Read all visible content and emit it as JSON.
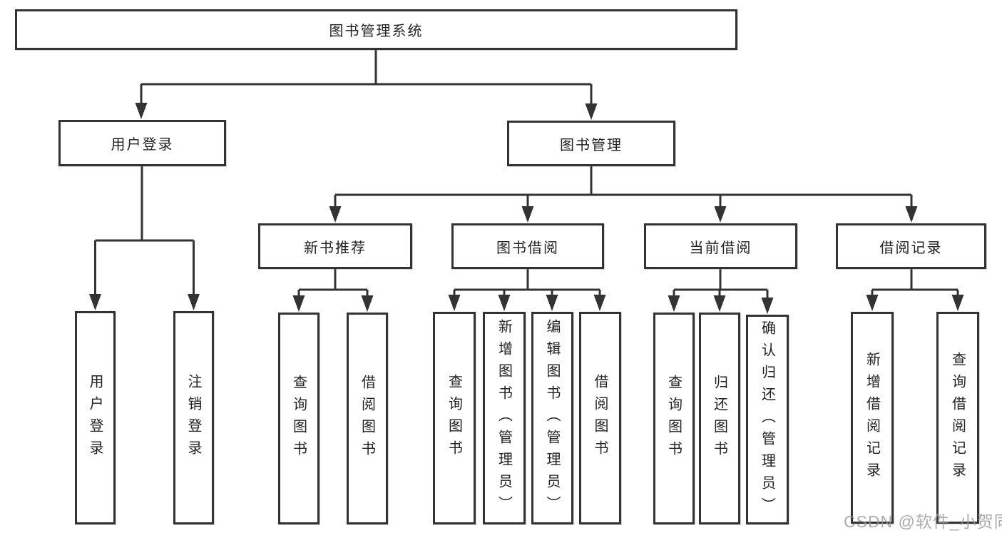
{
  "tree": {
    "root": "图书管理系统",
    "branches": [
      {
        "label": "用户登录",
        "leaves": [
          "用户登录",
          "注销登录"
        ]
      },
      {
        "label": "图书管理",
        "groups": [
          {
            "label": "新书推荐",
            "leaves": [
              "查询图书",
              "借阅图书"
            ]
          },
          {
            "label": "图书借阅",
            "leaves": [
              "查询图书",
              "新增图书（管理员）",
              "编辑图书（管理员）",
              "借阅图书"
            ]
          },
          {
            "label": "当前借阅",
            "leaves": [
              "查询图书",
              "归还图书",
              "确认归还（管理员）"
            ]
          },
          {
            "label": "借阅记录",
            "leaves": [
              "新增借阅记录",
              "查询借阅记录"
            ]
          }
        ]
      }
    ]
  },
  "watermark": "CSDN @软件_小贺同学",
  "colors": {
    "line": "#333333",
    "box_border": "#333333",
    "box_fill": "#ffffff",
    "text": "#222222",
    "watermark": "#969696",
    "background": "#ffffff"
  }
}
